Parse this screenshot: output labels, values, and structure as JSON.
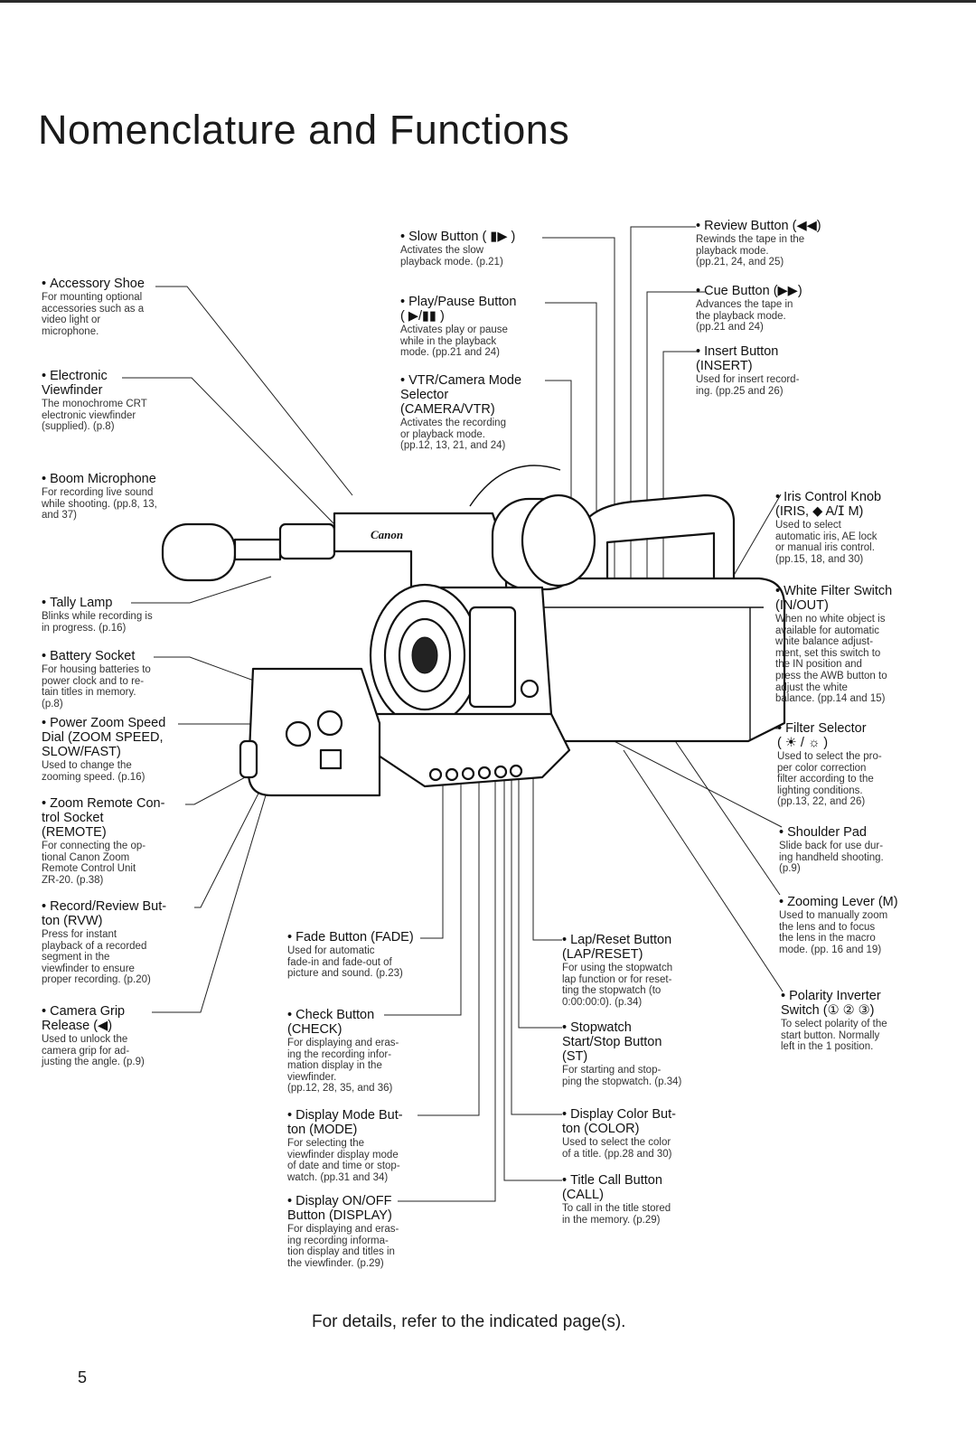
{
  "page": {
    "title": "Nomenclature and Functions",
    "footer_note": "For details, refer to the indicated page(s).",
    "page_number": "5",
    "logo_text": "Canon"
  },
  "labels": {
    "accessory_shoe": {
      "name": "Accessory Shoe",
      "desc": "For mounting optional\naccessories such as a\nvideo light or\nmicrophone."
    },
    "electronic_viewfinder": {
      "name": "Electronic\nViewfinder",
      "desc": "The monochrome CRT\nelectronic viewfinder\n(supplied). (p.8)"
    },
    "boom_microphone": {
      "name": "Boom Microphone",
      "desc": "For recording live sound\nwhile shooting. (pp.8, 13,\nand 37)"
    },
    "tally_lamp": {
      "name": "Tally Lamp",
      "desc": "Blinks while recording is\nin progress. (p.16)"
    },
    "battery_socket": {
      "name": "Battery Socket",
      "desc": "For housing batteries to\npower clock and to re-\ntain titles in memory.\n(p.8)"
    },
    "power_zoom_speed_dial": {
      "name": "Power Zoom Speed\nDial (ZOOM SPEED,\nSLOW/FAST)",
      "desc": "Used to change the\nzooming speed. (p.16)"
    },
    "zoom_remote_socket": {
      "name": "Zoom Remote Con-\ntrol Socket\n(REMOTE)",
      "desc": "For connecting the op-\ntional Canon Zoom\nRemote Control Unit\nZR-20. (p.38)"
    },
    "record_review_button": {
      "name": "Record/Review But-\nton (RVW)",
      "desc": "Press for instant\nplayback of a recorded\nsegment in the\nviewfinder to ensure\nproper recording. (p.20)"
    },
    "camera_grip_release": {
      "name": "Camera Grip\nRelease (◀)",
      "desc": "Used to unlock the\ncamera grip for ad-\njusting the angle. (p.9)"
    },
    "slow_button": {
      "name": "Slow Button ( ▮▶ )",
      "desc": "Activates the slow\nplayback mode. (p.21)"
    },
    "play_pause_button": {
      "name": "Play/Pause Button\n( ▶/▮▮ )",
      "desc": "Activates play or pause\nwhile in the playback\nmode. (pp.21 and 24)"
    },
    "vtr_camera_selector": {
      "name": "VTR/Camera Mode\nSelector\n(CAMERA/VTR)",
      "desc": "Activates the recording\nor playback mode.\n(pp.12, 13, 21, and 24)"
    },
    "review_button": {
      "name": "Review Button (◀◀)",
      "desc": "Rewinds the tape in the\nplayback mode.\n(pp.21, 24, and 25)"
    },
    "cue_button": {
      "name": "Cue Button (▶▶)",
      "desc": "Advances the tape in\nthe playback mode.\n(pp.21 and 24)"
    },
    "insert_button": {
      "name": "Insert Button\n(INSERT)",
      "desc": "Used for insert record-\ning. (pp.25 and 26)"
    },
    "iris_control_knob": {
      "name": "Iris Control Knob\n(IRIS, ◆ A/ⵊ M)",
      "desc": "Used to select\nautomatic iris, AE lock\nor manual iris control.\n(pp.15, 18, and 30)"
    },
    "white_filter_switch": {
      "name": "White Filter Switch\n(IN/OUT)",
      "desc": "When no white object is\navailable for automatic\nwhite balance adjust-\nment, set this switch to\nthe IN position and\npress the AWB button to\nadjust the white\nbalance. (pp.14 and 15)"
    },
    "filter_selector": {
      "name": "Filter Selector\n( ☀ / ☼ )",
      "desc": "Used to select the pro-\nper color correction\nfilter according to the\nlighting conditions.\n(pp.13, 22, and 26)"
    },
    "shoulder_pad": {
      "name": "Shoulder Pad",
      "desc": "Slide back for use dur-\ning handheld shooting.\n(p.9)"
    },
    "zooming_lever": {
      "name": "Zooming Lever (M)",
      "desc": "Used to manually zoom\nthe lens and to focus\nthe lens in the macro\nmode. (pp. 16 and 19)"
    },
    "polarity_inverter_switch": {
      "name": "Polarity Inverter\nSwitch (① ② ③)",
      "desc": "To select polarity of the\nstart button. Normally\nleft in the 1 position."
    },
    "fade_button": {
      "name": "Fade Button (FADE)",
      "desc": "Used for automatic\nfade-in and fade-out of\npicture and sound. (p.23)"
    },
    "check_button": {
      "name": "Check Button\n(CHECK)",
      "desc": "For displaying and eras-\ning the recording infor-\nmation display in the\nviewfinder.\n(pp.12, 28, 35, and 36)"
    },
    "display_mode_button": {
      "name": "Display Mode But-\nton (MODE)",
      "desc": "For selecting the\nviewfinder display mode\nof date and time or stop-\nwatch. (pp.31 and 34)"
    },
    "display_on_off_button": {
      "name": "Display ON/OFF\nButton (DISPLAY)",
      "desc": "For displaying and eras-\ning recording informa-\ntion display and titles in\nthe viewfinder. (p.29)"
    },
    "lap_reset_button": {
      "name": "Lap/Reset Button\n(LAP/RESET)",
      "desc": "For using the stopwatch\nlap function or for reset-\nting the stopwatch (to\n0:00:00:0). (p.34)"
    },
    "stopwatch_button": {
      "name": "Stopwatch\nStart/Stop Button\n(ST)",
      "desc": "For starting and stop-\nping the stopwatch. (p.34)"
    },
    "display_color_button": {
      "name": "Display Color But-\nton (COLOR)",
      "desc": "Used to select the color\nof a title. (pp.28 and 30)"
    },
    "title_call_button": {
      "name": "Title Call Button\n(CALL)",
      "desc": "To call in the title stored\nin the memory. (p.29)"
    }
  }
}
